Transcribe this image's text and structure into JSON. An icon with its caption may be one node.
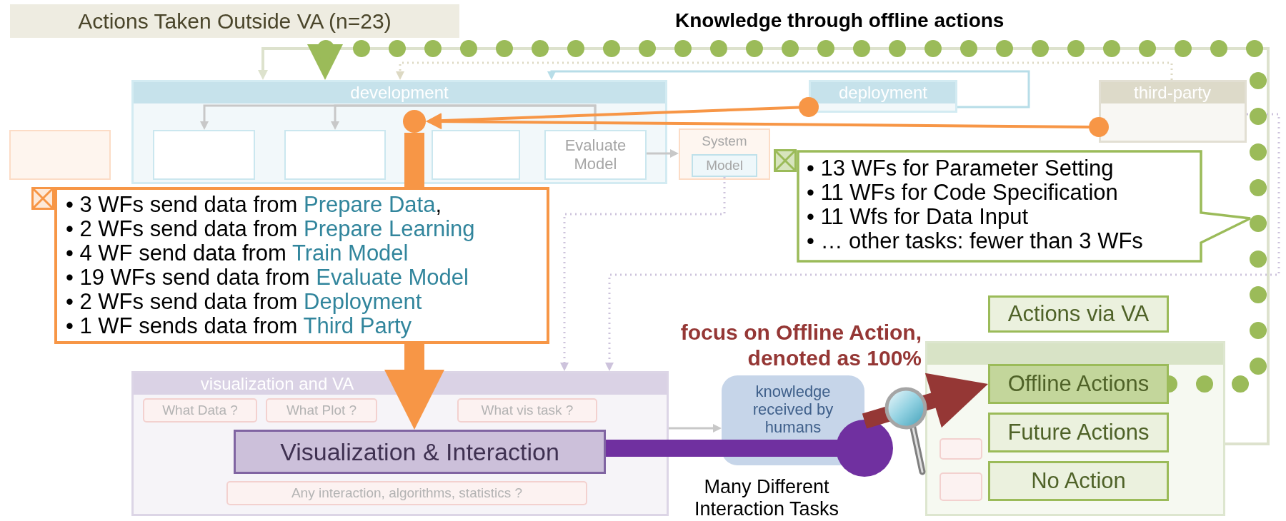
{
  "diagram": {
    "title": "Actions Taken Outside VA (n=23)",
    "nodes": [
      {
        "text": [
          "development"
        ]
      },
      {
        "text": [],
        "shape": "box",
        "in": 0
      },
      {
        "text": [],
        "shape": "box",
        "in": 0
      },
      {
        "text": [],
        "shape": "box",
        "in": 0
      },
      {
        "text": [
          "Evaluate Model"
        ],
        "in": 0
      },
      {
        "text": [],
        "shape": "box"
      },
      {
        "text": [
          "System"
        ]
      },
      {
        "text": [
          "Model"
        ],
        "in": 6
      },
      {
        "text": [
          "deployment"
        ]
      },
      {
        "text": [
          "third-party"
        ]
      },
      {
        "text": [
          "visualization and VA"
        ]
      },
      {
        "text": [
          "What Data ?"
        ],
        "in": 10
      },
      {
        "text": [
          "What Plot ?"
        ],
        "in": 10
      },
      {
        "text": [
          "What vis task ?"
        ],
        "in": 10
      },
      {
        "text": [
          "Any interaction, algorithms, statistics ?"
        ],
        "in": 10
      },
      {
        "text": [
          "Visualization & Interaction"
        ],
        "in": 10
      },
      {
        "text": [
          "knowledge received by humans"
        ]
      },
      {
        "text": [],
        "shape": "box"
      },
      {
        "text": [],
        "shape": "box",
        "in": 17
      },
      {
        "text": [],
        "shape": "box",
        "in": 17
      },
      {
        "text": [
          "Actions via VA"
        ]
      },
      {
        "text": [
          "Offline Actions"
        ],
        "in": 17
      },
      {
        "text": [
          "Future Actions"
        ],
        "in": 17
      },
      {
        "text": [
          "No Action"
        ],
        "in": 17
      },
      {
        "text": [
          "• 3 WFs send data from *Prepare Data*,",
          "• 2 WFs send data from *Prepare Learning*",
          "• 4 WF send data from *Train Model*",
          "• 19 WFs send data from *Evaluate Model*",
          "• 2 WFs send data from *Deployment*",
          "• 1 WF sends data from *Third Party*"
        ]
      },
      {
        "text": [
          "• 13 WFs for Parameter Setting",
          "• 11 WFs for Code Specification",
          "• 11 Wfs for Data Input",
          "• … other tasks: fewer than 3 WFs"
        ]
      },
      {
        "text": [],
        "shape": "circle",
        "in": 0
      }
    ],
    "edges": [
      {
        "from": 21,
        "to": 0,
        "arrow": "to",
        "style": "dashed",
        "color": "#9bbb59",
        "label": "Knowledge through offline actions"
      },
      {
        "from": 8,
        "to": 26,
        "arrow": "to",
        "color": "#f79646"
      },
      {
        "from": 9,
        "to": 26,
        "arrow": "to",
        "color": "#f79646"
      },
      {
        "from": 26,
        "to": 24,
        "arrow": "none",
        "style": "thick",
        "color": "#f79646"
      },
      {
        "from": 24,
        "to": 15,
        "arrow": "to",
        "style": "thick",
        "color": "#f79646"
      },
      {
        "from": 15,
        "to": 16,
        "arrow": "other",
        "style": "thick",
        "color": "#7030a0",
        "label": "Many Different Interaction Tasks"
      },
      {
        "from": 16,
        "to": 21,
        "arrow": "to",
        "style": "thick",
        "color": "#953735",
        "label": "focus on Offline Action, denoted as 100%"
      },
      {
        "from": 17,
        "to": 0,
        "arrow": "to",
        "color": "#dde2cd"
      },
      {
        "from": 9,
        "to": 0,
        "arrow": "to",
        "style": "dashed",
        "color": "#ddd9c3"
      },
      {
        "from": 8,
        "to": 0,
        "arrow": "to",
        "color": "#b7dde8"
      },
      {
        "from": 4,
        "to": 1,
        "arrow": "to",
        "color": "#c8c8c8"
      },
      {
        "from": 4,
        "to": 2,
        "arrow": "to",
        "color": "#c8c8c8"
      },
      {
        "from": 4,
        "to": 6,
        "arrow": "to",
        "color": "#c8c8c8"
      },
      {
        "from": 7,
        "to": 10,
        "arrow": "to",
        "style": "dashed",
        "color": "#cdc3dc"
      },
      {
        "from": 9,
        "to": 10,
        "arrow": "to",
        "style": "dashed",
        "color": "#cdc3dc"
      },
      {
        "from": 10,
        "to": 16,
        "arrow": "to",
        "color": "#c8c8c8"
      }
    ]
  }
}
